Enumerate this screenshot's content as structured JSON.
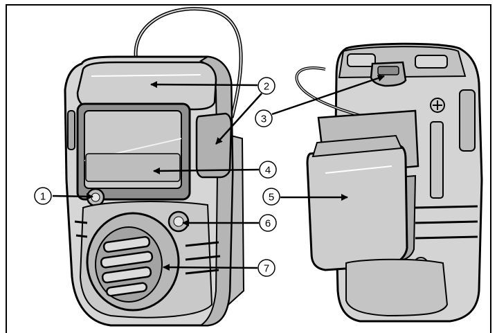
{
  "callouts": [
    {
      "id": "1",
      "label": "1"
    },
    {
      "id": "2",
      "label": "2"
    },
    {
      "id": "3",
      "label": "3"
    },
    {
      "id": "4",
      "label": "4"
    },
    {
      "id": "5",
      "label": "5"
    },
    {
      "id": "6",
      "label": "6"
    },
    {
      "id": "7",
      "label": "7"
    }
  ],
  "colors": {
    "outline": "#000000",
    "body_fill": "#d4d4d4",
    "body_dark": "#9a9a9a",
    "screen_fill": "#c8c8c8",
    "light_fill": "#ececec"
  },
  "icons": [
    "gas-detector-front",
    "gas-detector-back",
    "alligator-clip",
    "sensor-grille",
    "screw"
  ]
}
